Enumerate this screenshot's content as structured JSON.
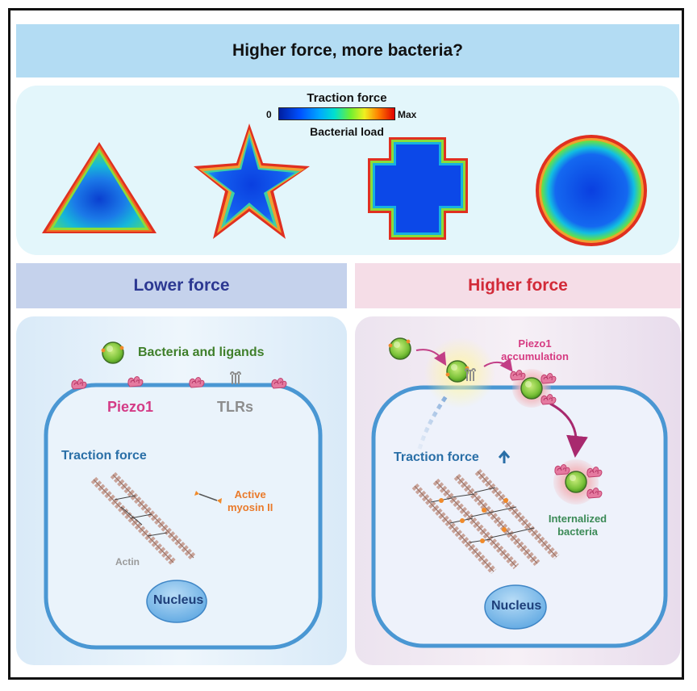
{
  "title": "Higher force, more bacteria?",
  "legend": {
    "title": "Traction force",
    "min_label": "0",
    "max_label": "Max",
    "subtitle": "Bacterial load"
  },
  "shapes": [
    "triangle",
    "star",
    "cross",
    "circle"
  ],
  "lower": {
    "header": "Lower force",
    "bacteria_label": "Bacteria and ligands",
    "piezo_label": "Piezo1",
    "tlr_label": "TLRs",
    "traction_label": "Traction force",
    "myosin_label_line1": "Active",
    "myosin_label_line2": "myosin II",
    "actin_label": "Actin",
    "nucleus_label": "Nucleus"
  },
  "higher": {
    "header": "Higher force",
    "accum_line1": "Piezo1",
    "accum_line2": "accumulation",
    "traction_label": "Traction force",
    "internalized_line1": "Internalized",
    "internalized_line2": "bacteria",
    "nucleus_label": "Nucleus"
  },
  "colors": {
    "title_bg": "#b3dcf3",
    "lower_header_text": "#2c3892",
    "higher_header_text": "#d22a38",
    "membrane": "#4a97d3",
    "piezo": "#d43b86"
  }
}
